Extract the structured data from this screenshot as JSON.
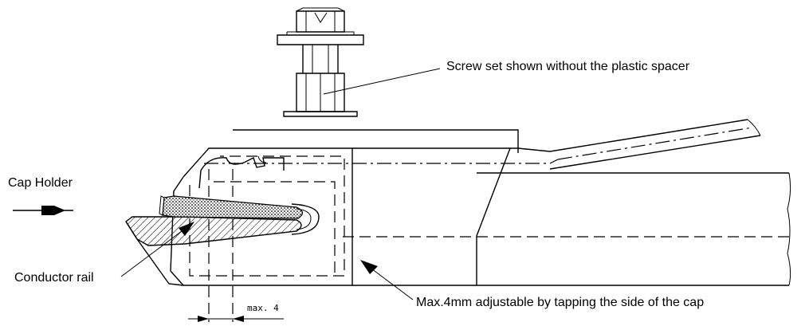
{
  "labels": {
    "screw_set": "Screw set shown without the plastic spacer",
    "cap_holder": "Cap Holder",
    "conductor_rail": "Conductor rail",
    "max_adjust": "Max.4mm adjustable by tapping the side of the cap",
    "dimension": "max. 4"
  }
}
